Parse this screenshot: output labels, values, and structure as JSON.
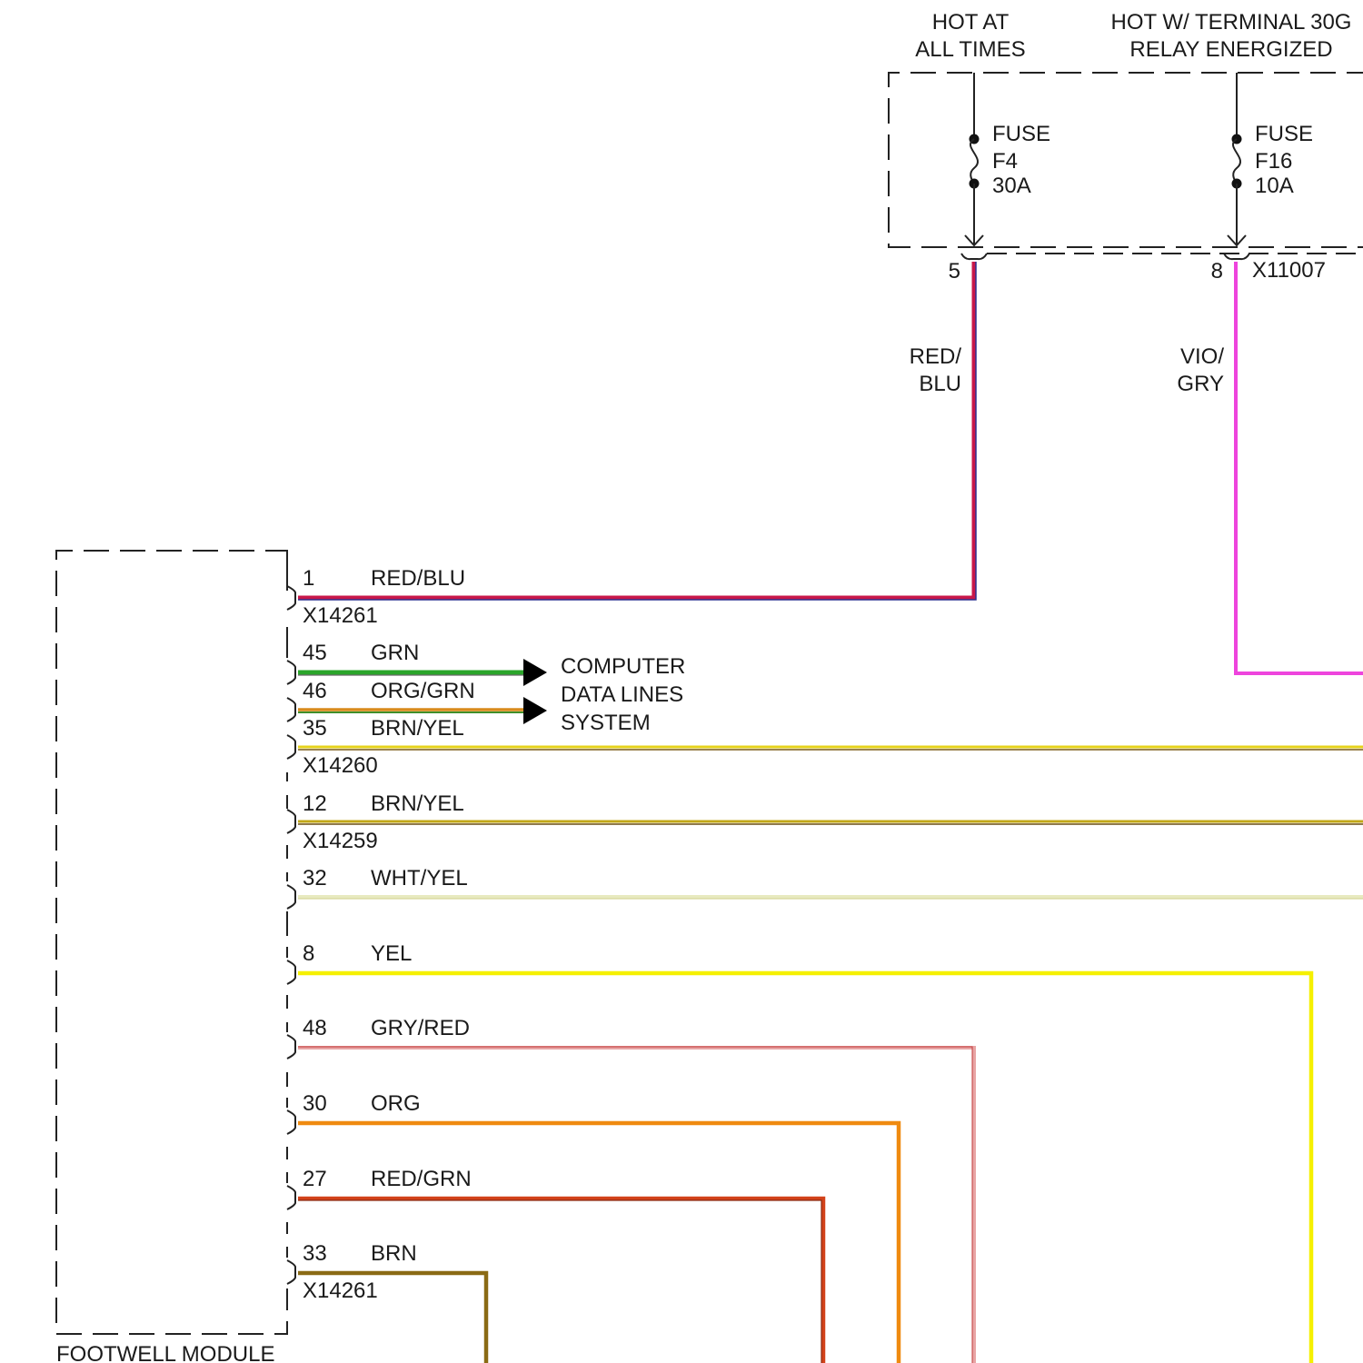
{
  "sources": {
    "hot_at_all_times": [
      "HOT AT",
      "ALL TIMES"
    ],
    "hot_w_terminal": [
      "HOT W/ TERMINAL 30G",
      "RELAY ENERGIZED"
    ]
  },
  "fuses": [
    {
      "lines": [
        "FUSE",
        "F4",
        "30A"
      ]
    },
    {
      "lines": [
        "FUSE",
        "F16",
        "10A"
      ]
    }
  ],
  "fuse_box_connector": {
    "name": "X11007",
    "pin_left": "5",
    "pin_right": "8"
  },
  "vertical_wire_labels": {
    "red_blu": [
      "RED/",
      "BLU"
    ],
    "vio_gry": [
      "VIO/",
      "GRY"
    ]
  },
  "data_lines_label": [
    "COMPUTER",
    "DATA LINES",
    "SYSTEM"
  ],
  "module": {
    "name": "FOOTWELL MODULE"
  },
  "module_pins": [
    {
      "pin": "1",
      "color": "RED/BLU",
      "connector": "X14261",
      "stroke": "#c8184a",
      "stroke2": "#2b2f8f"
    },
    {
      "pin": "45",
      "color": "GRN",
      "connector": "",
      "stroke": "#2aa52a",
      "stroke2": "#6a6a6a"
    },
    {
      "pin": "46",
      "color": "ORG/GRN",
      "connector": "",
      "stroke": "#d98a1c",
      "stroke2": "#3f8f2a"
    },
    {
      "pin": "35",
      "color": "BRN/YEL",
      "connector": "X14260",
      "stroke": "#e6d21a",
      "stroke2": "#7a5a14"
    },
    {
      "pin": "12",
      "color": "BRN/YEL",
      "connector": "X14259",
      "stroke": "#c2a818",
      "stroke2": "#6b4f12"
    },
    {
      "pin": "32",
      "color": "WHT/YEL",
      "connector": "",
      "stroke": "#e8eac0",
      "stroke2": "#d6d89a"
    },
    {
      "pin": "8",
      "color": "YEL",
      "connector": "",
      "stroke": "#f5f000",
      "stroke2": "#f5f000"
    },
    {
      "pin": "48",
      "color": "GRY/RED",
      "connector": "",
      "stroke": "#e8a5a5",
      "stroke2": "#c23b3b"
    },
    {
      "pin": "30",
      "color": "ORG",
      "connector": "",
      "stroke": "#ef8a10",
      "stroke2": "#ef8a10"
    },
    {
      "pin": "27",
      "color": "RED/GRN",
      "connector": "",
      "stroke": "#d2421a",
      "stroke2": "#8a2a10"
    },
    {
      "pin": "33",
      "color": "BRN",
      "connector": "X14261",
      "stroke": "#8a6a14",
      "stroke2": "#6b5210"
    }
  ],
  "wire_colors": {
    "red_blu": "#c8184a",
    "vio_gry": "#ee44dd"
  }
}
